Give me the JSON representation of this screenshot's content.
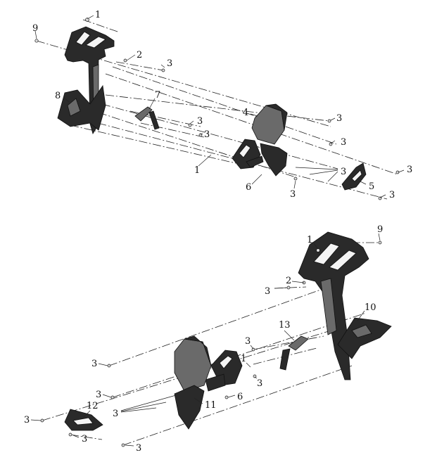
{
  "diagram": {
    "upper_callouts": [
      "1",
      "2",
      "3",
      "3",
      "7",
      "8",
      "4",
      "3",
      "3",
      "3",
      "3",
      "1",
      "3",
      "3",
      "6",
      "3",
      "5",
      "3",
      "9"
    ],
    "lower_callouts": [
      "1",
      "9",
      "2",
      "3",
      "10",
      "13",
      "3",
      "1",
      "3",
      "3",
      "3",
      "6",
      "11",
      "3",
      "12",
      "3",
      "3",
      "3"
    ]
  }
}
